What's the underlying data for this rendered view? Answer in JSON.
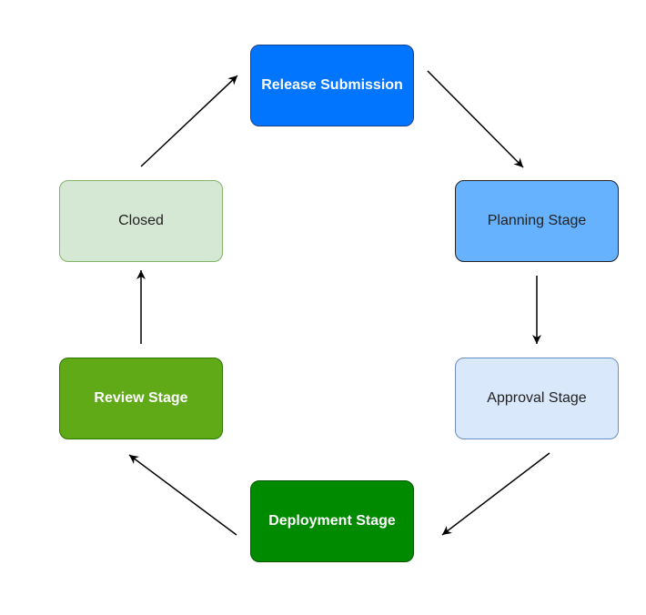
{
  "nodes": {
    "release": {
      "label": "Release Submission",
      "fill": "#0275ff",
      "border": "#1a3f8a",
      "text_color": "#ffffff"
    },
    "planning": {
      "label": "Planning Stage",
      "fill": "#66b2ff",
      "border": "#222222",
      "text_color": "#222222"
    },
    "approval": {
      "label": "Approval Stage",
      "fill": "#dae8fc",
      "border": "#6c8ebf",
      "text_color": "#222222"
    },
    "deployment": {
      "label": "Deployment Stage",
      "fill": "#008a00",
      "border": "#005700",
      "text_color": "#ffffff"
    },
    "review": {
      "label": "Review Stage",
      "fill": "#60a917",
      "border": "#2d7600",
      "text_color": "#ffffff"
    },
    "closed": {
      "label": "Closed",
      "fill": "#d5e8d4",
      "border": "#82b366",
      "text_color": "#222222"
    }
  },
  "edges": [
    {
      "from": "Release Submission",
      "to": "Planning Stage"
    },
    {
      "from": "Planning Stage",
      "to": "Approval Stage"
    },
    {
      "from": "Approval Stage",
      "to": "Deployment Stage"
    },
    {
      "from": "Deployment Stage",
      "to": "Review Stage"
    },
    {
      "from": "Review Stage",
      "to": "Closed"
    },
    {
      "from": "Closed",
      "to": "Release Submission"
    }
  ],
  "colors": {
    "edge": "#000000",
    "background": "#ffffff"
  }
}
